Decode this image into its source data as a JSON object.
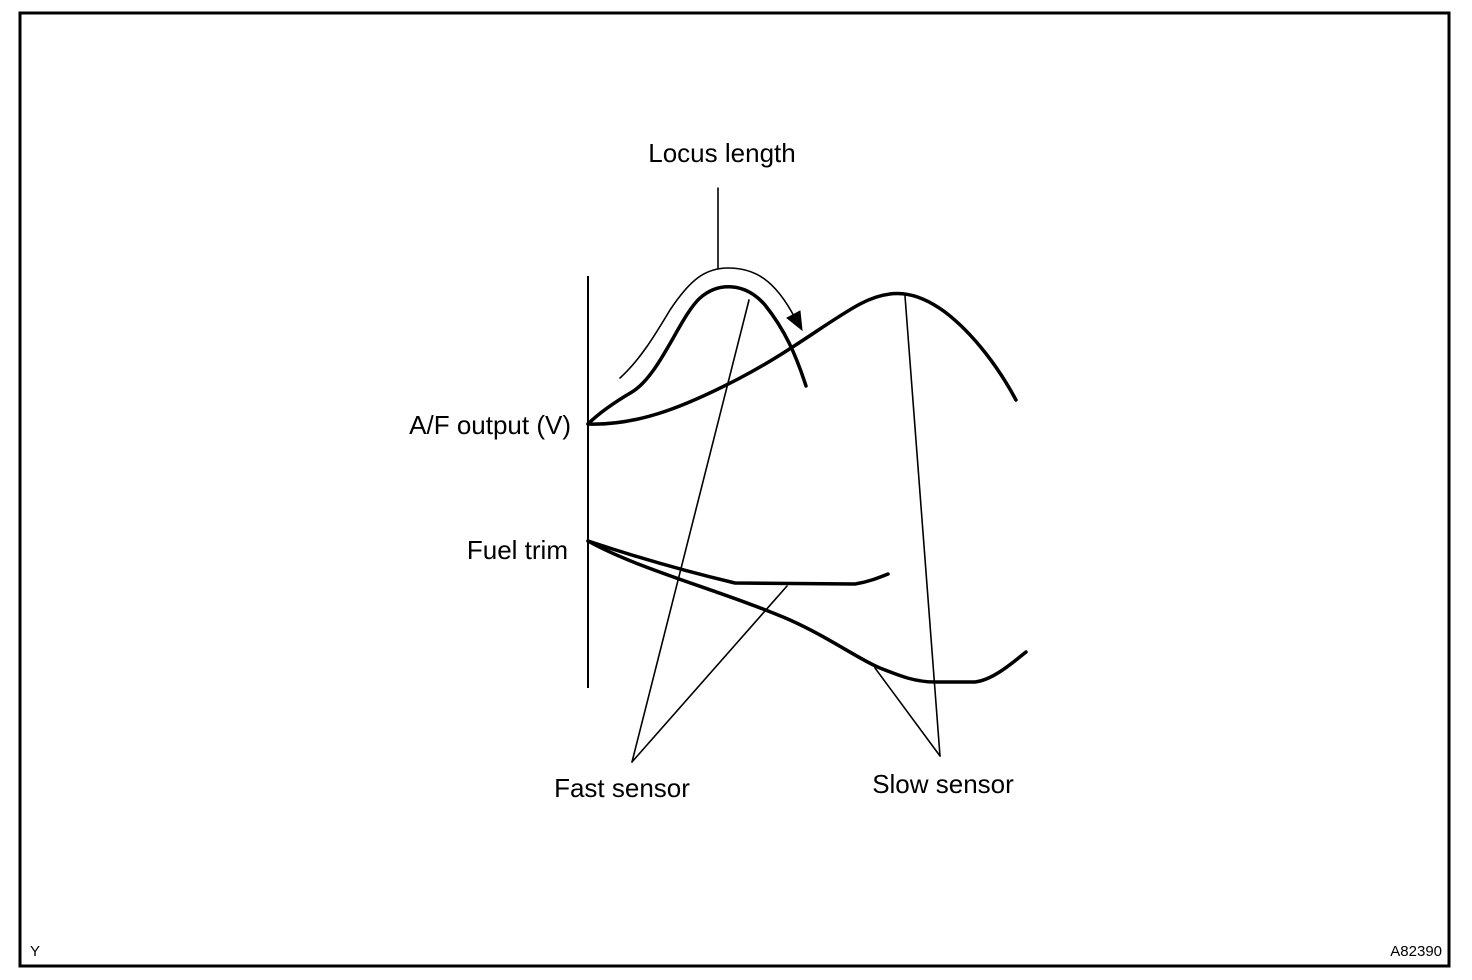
{
  "labels": {
    "locus_length": "Locus length",
    "af_output": "A/F output (V)",
    "fuel_trim": "Fuel trim",
    "fast_sensor": "Fast sensor",
    "slow_sensor": "Slow sensor",
    "corner_left": "Y",
    "figure_id": "A82390"
  },
  "colors": {
    "line": "#000000",
    "background": "#ffffff"
  }
}
